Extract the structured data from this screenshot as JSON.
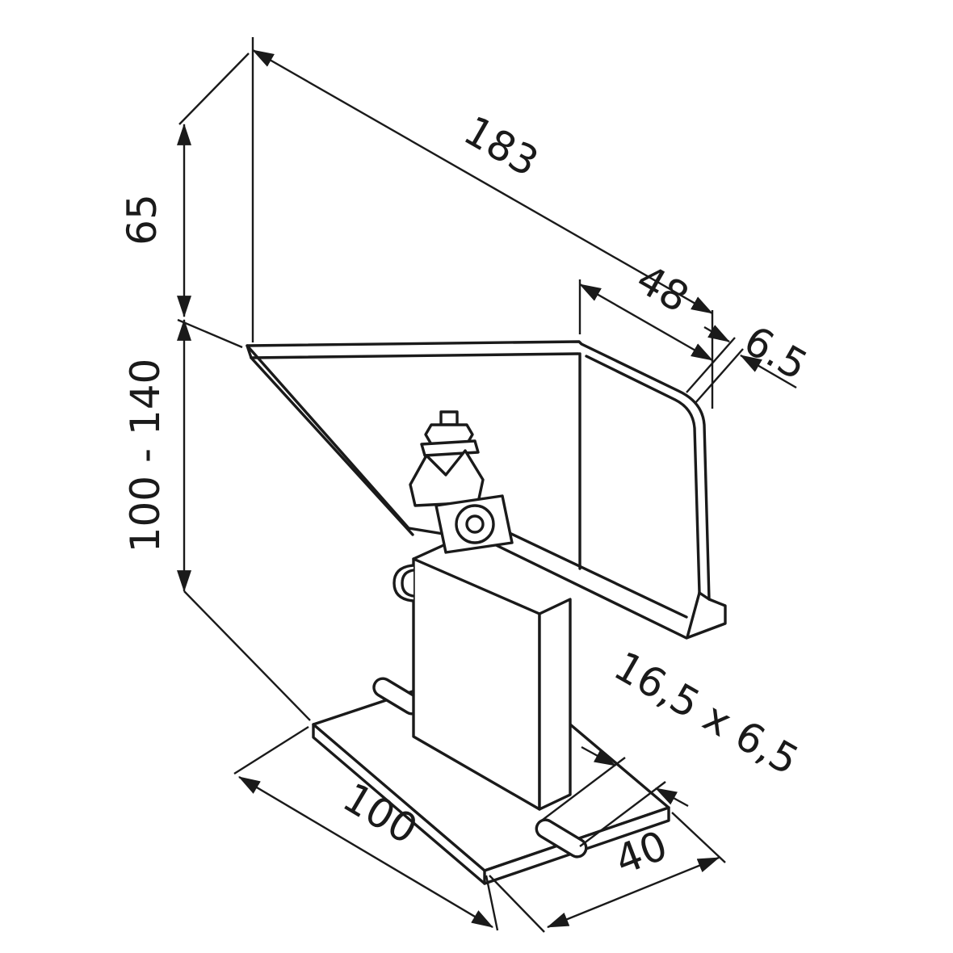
{
  "drawing": {
    "background_color": "#ffffff",
    "line_color": "#1a1a1a",
    "dimensions": {
      "overall_length": "183",
      "hook_height": "65",
      "channel_width": "48",
      "plate_thickness": "6.5",
      "adjustable_height": "100 - 140",
      "slot_size": "16,5 x 6,5",
      "base_length": "100",
      "base_width": "40"
    }
  }
}
